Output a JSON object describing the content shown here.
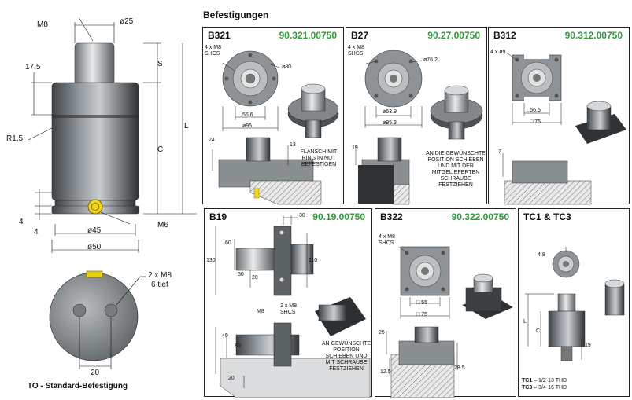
{
  "main": {
    "section_title": "Befestigungen",
    "caption": "TO - Standard-Befestigung",
    "labels": {
      "m8": "M8",
      "d25": "ø25",
      "r175": "17,5",
      "s": "S",
      "l": "L",
      "c": "C",
      "r15": "R1,5",
      "four_a": "4",
      "four_b": "4",
      "m6": "M6",
      "d45": "ø45",
      "d50": "ø50",
      "holes": "2 x M8",
      "depth": "6 tief",
      "twenty": "20"
    }
  },
  "panels": [
    {
      "id": "B321",
      "code": "90.321.00750",
      "labels": {
        "screws": "4 x M8 SHCS",
        "d80": "ø80",
        "d566": "56.6",
        "d95": "ø95",
        "n24": "24",
        "n13": "13",
        "note": "FLANSCH MIT RING IN NUT BEFESTIGEN"
      }
    },
    {
      "id": "B27",
      "code": "90.27.00750",
      "labels": {
        "screws": "4 x M8 SHCS",
        "d762": "ø76.2",
        "d539": "ø53.9",
        "d953": "ø95.3",
        "n19": "19",
        "note": "AN DIE GEWÜNSCHTE POSITION SCHIEBEN UND MIT DER MITGELIEFERTEN SCHRAUBE FESTZIEHEN"
      }
    },
    {
      "id": "B312",
      "code": "90.312.00750",
      "labels": {
        "holes": "4 x ø9",
        "d565": "□56.5",
        "d75": "□ 75",
        "n7": "7"
      }
    },
    {
      "id": "B19",
      "code": "90.19.00750",
      "labels": {
        "n30": "30",
        "n60": "60",
        "n130": "130",
        "n50": "50",
        "n20": "20",
        "n110": "110",
        "screws": "2 x M8 SHCS",
        "m8": "M8",
        "n40": "40",
        "n80": "80",
        "n20b": "20",
        "note": "AN GEWÜNSCHTE POSITION SCHIEBEN UND MIT SCHRAUBE FESTZIEHEN"
      }
    },
    {
      "id": "B322",
      "code": "90.322.00750",
      "labels": {
        "screws": "4 x M8 SHCS",
        "d55": "□ 55",
        "d75": "□ 75",
        "n25": "25",
        "n125": "12.5",
        "n285": "28.5"
      }
    },
    {
      "id": "TC1 & TC3",
      "code": "",
      "labels": {
        "n48": "4.8",
        "l": "L",
        "c": "C",
        "n19": "19",
        "tc1": "TC1",
        "tc1v": "– 1/2-13 THD",
        "tc3": "TC3",
        "tc3v": "– 3/4-16 THD"
      }
    }
  ]
}
